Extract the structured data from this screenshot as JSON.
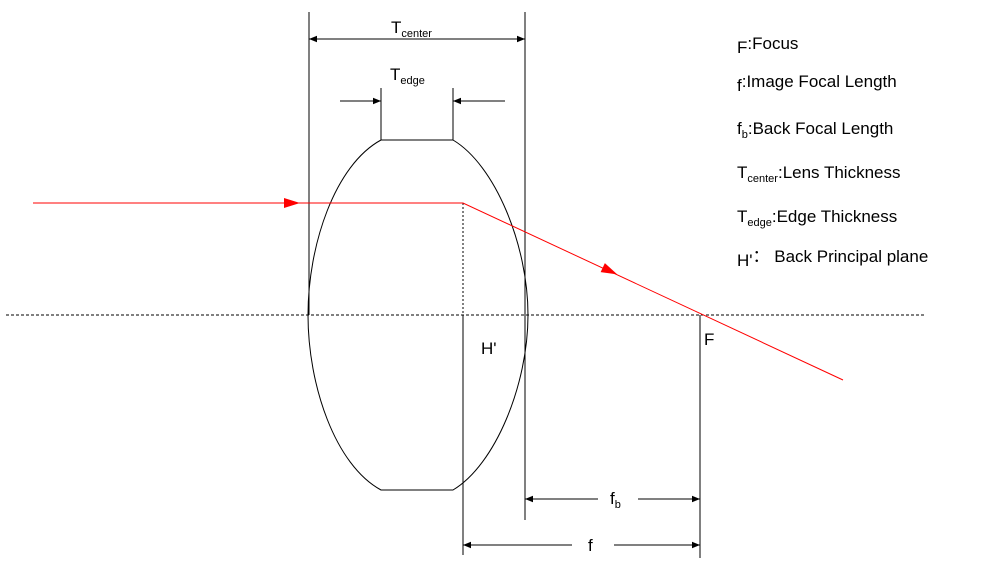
{
  "labels": {
    "t_center": {
      "main": "T",
      "sub": "center"
    },
    "t_edge": {
      "main": "T",
      "sub": "edge"
    },
    "h_prime": "H'",
    "focus": "F",
    "fb": {
      "main": "f",
      "sub": "b"
    },
    "f": "f"
  },
  "legend": [
    {
      "main": "F",
      "sub": "",
      "rest": ":Focus"
    },
    {
      "main": "f",
      "sub": "",
      "rest": ":Image Focal Length"
    },
    {
      "main": "f",
      "sub": "b",
      "rest": ":Back Focal Length"
    },
    {
      "main": "T",
      "sub": "center",
      "rest": ":Lens Thickness"
    },
    {
      "main": "T",
      "sub": "edge",
      "rest": ":Edge Thickness"
    },
    {
      "main": "H'",
      "sub": "",
      "rest": "： Back Principal plane"
    }
  ],
  "colors": {
    "ray": "#ff0000",
    "line": "#000000"
  }
}
